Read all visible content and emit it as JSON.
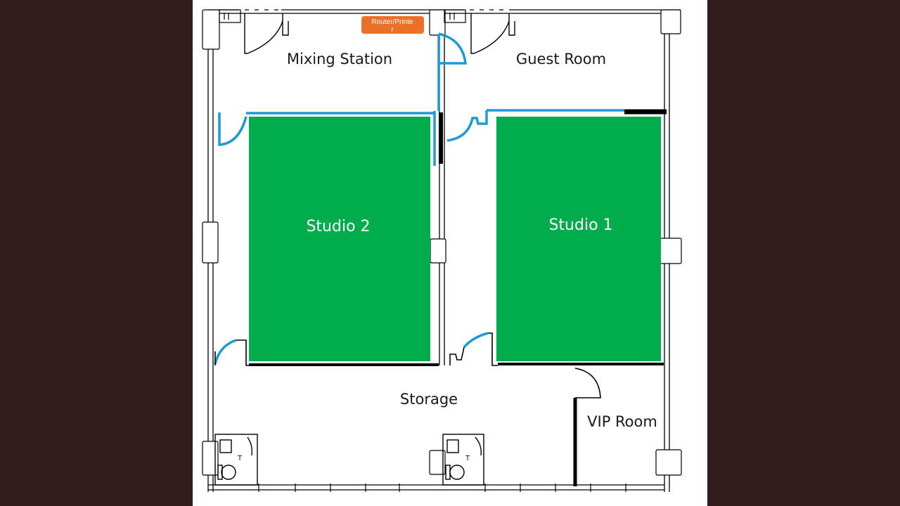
{
  "colors": {
    "background": "#331c1e",
    "plan": "#ffffff",
    "studio_fill": "#00ac4b",
    "blue_wall": "#1e9ad6",
    "wall": "#000000",
    "tag_fill": "#ec7128"
  },
  "rooms": {
    "mixing_station": "Mixing Station",
    "guest_room": "Guest Room",
    "studio_2": "Studio 2",
    "studio_1": "Studio 1",
    "storage": "Storage",
    "vip_room": "VIP Room"
  },
  "tags": {
    "router_printer_line1": "Router/Printe",
    "router_printer_line2": "r"
  },
  "fixtures": {
    "toilet_tag": "T"
  }
}
